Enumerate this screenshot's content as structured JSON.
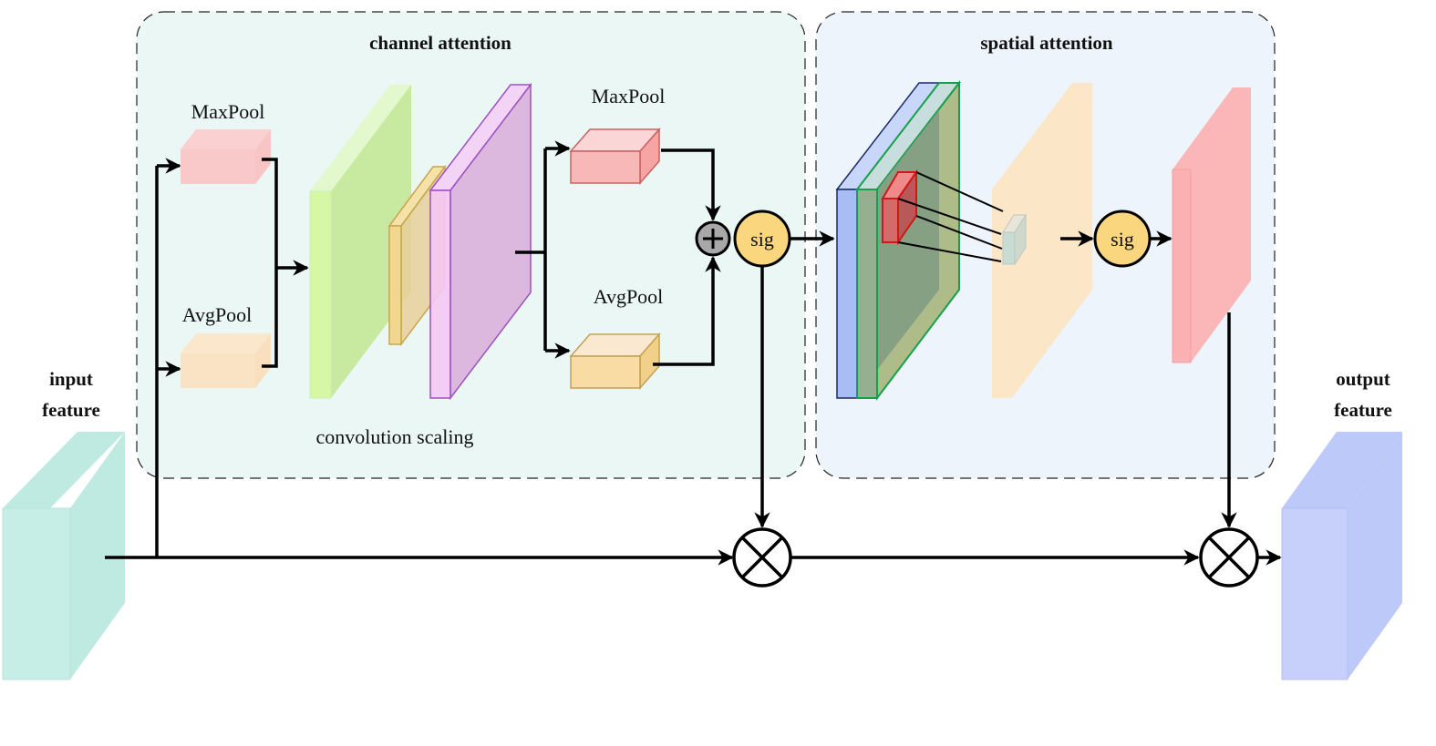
{
  "groups": {
    "channel": {
      "title": "channel attention",
      "fill": "#eaf7f4"
    },
    "spatial": {
      "title": "spatial attention",
      "fill": "#eef4fc"
    }
  },
  "labels": {
    "input_line1": "input",
    "input_line2": "feature",
    "output_line1": "output",
    "output_line2": "feature",
    "maxpool_left": "MaxPool",
    "avgpool_left": "AvgPool",
    "maxpool_right": "MaxPool",
    "avgpool_right": "AvgPool",
    "conv_scaling": "convolution scaling",
    "sig_channel": "sig",
    "sig_spatial": "sig"
  },
  "operators": {
    "add": "+",
    "multiply_1": "×",
    "multiply_2": "×"
  },
  "colors": {
    "input_feature": "#c6ede6",
    "output_feature": "#c6d0fa",
    "maxpool": "#f9c8c8",
    "avgpool": "#fae3c4",
    "green_layer": "#c8eaa0",
    "yellow_layer": "#f0d890",
    "purple_layer": "#dcb8de",
    "sig_node": "#fad67e",
    "add_node": "#a8a8a8",
    "blue_layer": "#a9bdf5",
    "green_stack": "#8aa888",
    "red_kernel": "#e06060",
    "orange_layer": "#fbe6c8",
    "pink_layer": "#fbb6b8"
  }
}
